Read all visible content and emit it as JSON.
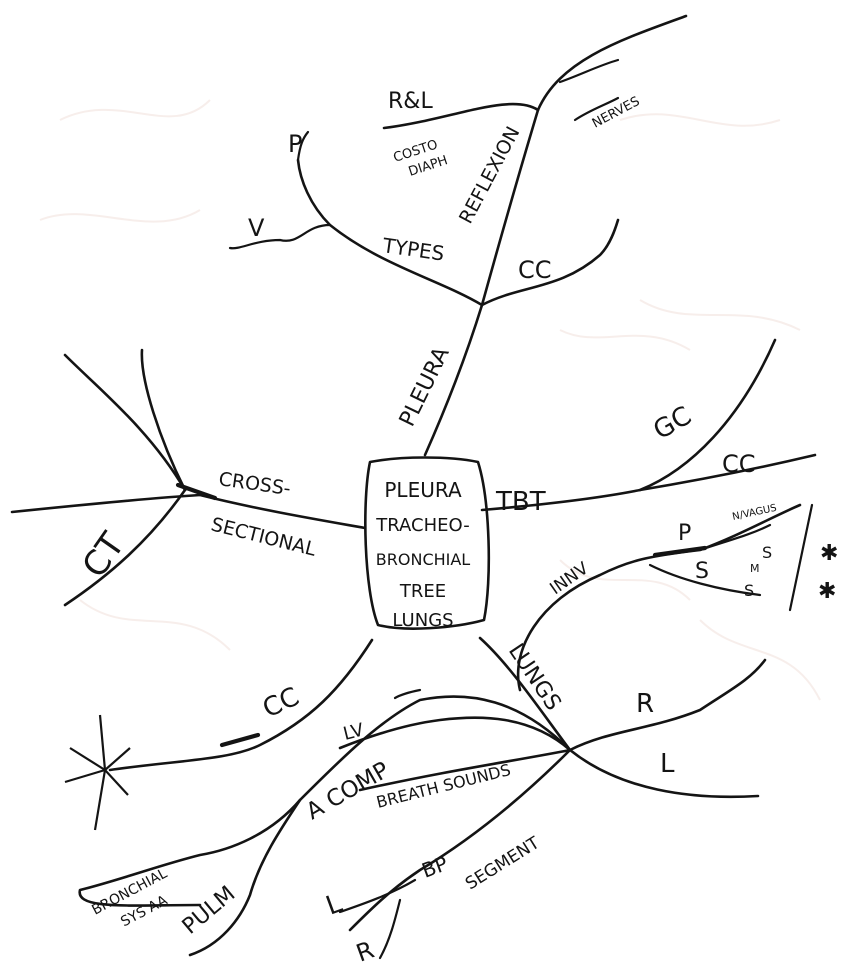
{
  "center": {
    "lines": [
      "PLEURA",
      "TRACHEO-",
      "BRONCHIAL",
      "TREE",
      "LUNGS"
    ]
  },
  "labels": {
    "pleura": "PLEURA",
    "types": "TYPES",
    "reflexion": "REFLEXION",
    "cc_top": "CC",
    "v": "V",
    "p_top": "P",
    "r_and_l": "R&L",
    "costo_diaph": "COSTO\nDIAPH",
    "neuro": "NERVES",
    "cross_sectional_1": "CROSS-",
    "cross_sectional_2": "SECTIONAL",
    "ct": "CT",
    "tbt": "TBT",
    "gc": "GC",
    "cc_right": "CC",
    "innervation": "INNV",
    "p_right": "P",
    "s_right": "S",
    "nerves_small": "N/VAGUS",
    "s_small": "S",
    "m_small": "M",
    "s_small_2": "S",
    "stars": "✱",
    "lungs": "LUNGS",
    "r_lung": "R",
    "l_lung": "L",
    "cc_bottom": "CC",
    "lv": "LV",
    "a_comp": "A COMP",
    "breath_sounds": "BREATH SOUNDS",
    "segment": "SEGMENT",
    "bp": "BP",
    "l_bottom": "L",
    "r_bottom": "R",
    "pulm": "PULM",
    "bronchial_sys_aa": "BRONCHIAL\nSYS AA"
  }
}
